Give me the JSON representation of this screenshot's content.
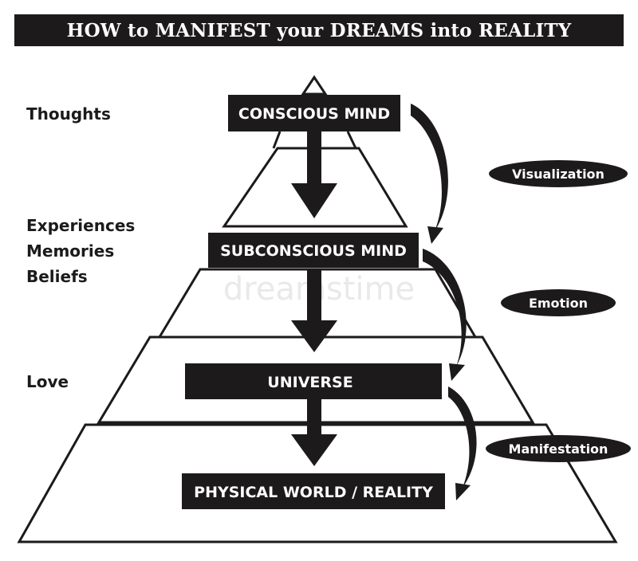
{
  "title": "HOW to MANIFEST your DREAMS into REALITY",
  "levels": {
    "conscious": "CONSCIOUS MIND",
    "subconscious": "SUBCONSCIOUS MIND",
    "universe": "UNIVERSE",
    "physical": "PHYSICAL WORLD / REALITY"
  },
  "side_labels": {
    "thoughts": "Thoughts",
    "experiences": "Experiences",
    "memories": "Memories",
    "beliefs": "Beliefs",
    "love": "Love"
  },
  "processes": {
    "visualization": "Visualization",
    "emotion": "Emotion",
    "manifestation": "Manifestation"
  },
  "watermark": "dreamstime",
  "colors": {
    "ink": "#1c1a1b",
    "background": "#ffffff"
  }
}
